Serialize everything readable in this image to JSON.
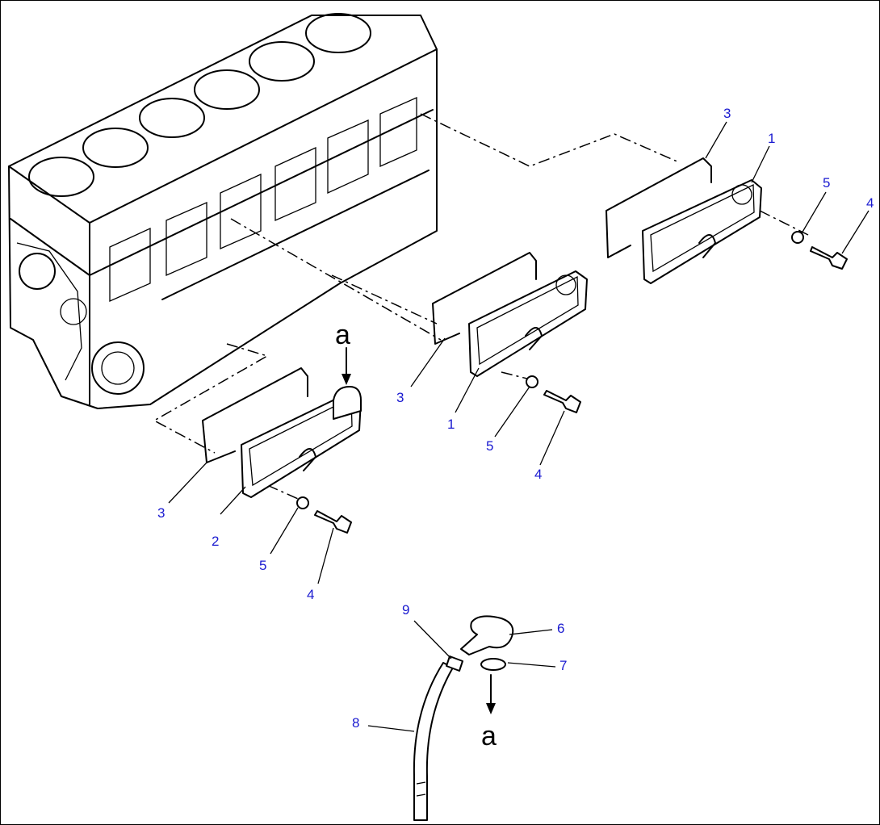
{
  "callouts": {
    "c1a": "1",
    "c1b": "1",
    "c2": "2",
    "c3a": "3",
    "c3b": "3",
    "c3c": "3",
    "c4a": "4",
    "c4b": "4",
    "c4c": "4",
    "c5a": "5",
    "c5b": "5",
    "c5c": "5",
    "c6": "6",
    "c7": "7",
    "c8": "8",
    "c9": "9"
  },
  "refs": {
    "top": "a",
    "bottom": "a"
  },
  "colors": {
    "callout": "#1a1ad0",
    "line": "#000000"
  }
}
